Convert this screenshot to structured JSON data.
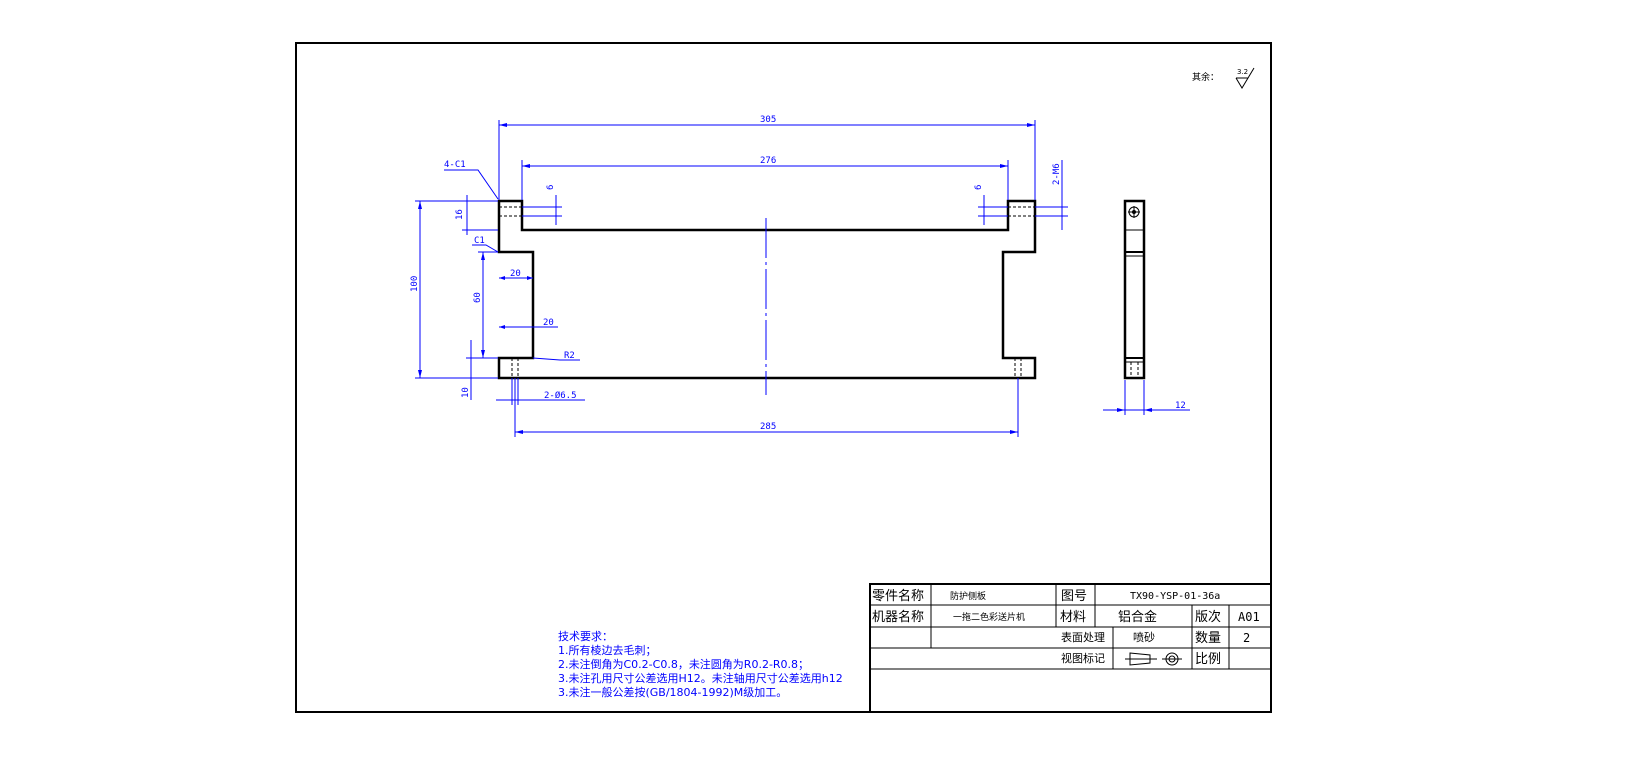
{
  "surface_note": {
    "label": "其余：",
    "value": "3.2"
  },
  "dimensions": {
    "d305": "305",
    "d276": "276",
    "d285": "285",
    "d100": "100",
    "d60": "60",
    "d16": "16",
    "d10": "10",
    "d20a": "20",
    "d20b": "20",
    "d6a": "6",
    "d6b": "6",
    "d12": "12",
    "c1a": "4-C1",
    "c1b": "C1",
    "r2": "R2",
    "hole": "2-Ø6.5",
    "m6": "2-M6"
  },
  "notes": {
    "title": "技术要求：",
    "items": [
      "1.所有棱边去毛刺；",
      "2.未注倒角为C0.2-C0.8，未注圆角为R0.2-R0.8；",
      "3.未注孔用尺寸公差选用H12。未注轴用尺寸公差选用h12",
      "3.未注一般公差按(GB/1804-1992)M级加工。"
    ]
  },
  "title_block": {
    "part_name_label": "零件名称",
    "part_name": "防护侧板",
    "drawing_no_label": "图号",
    "drawing_no": "TX90-YSP-01-36a",
    "machine_label": "机器名称",
    "machine": "一拖二色彩送片机",
    "material_label": "材料",
    "material": "铝合金",
    "version_label": "版次",
    "version": "A01",
    "surface_label": "表面处理",
    "surface": "喷砂",
    "qty_label": "数量",
    "qty": "2",
    "view_label": "视图标记",
    "scale_label": "比例",
    "scale": ""
  }
}
